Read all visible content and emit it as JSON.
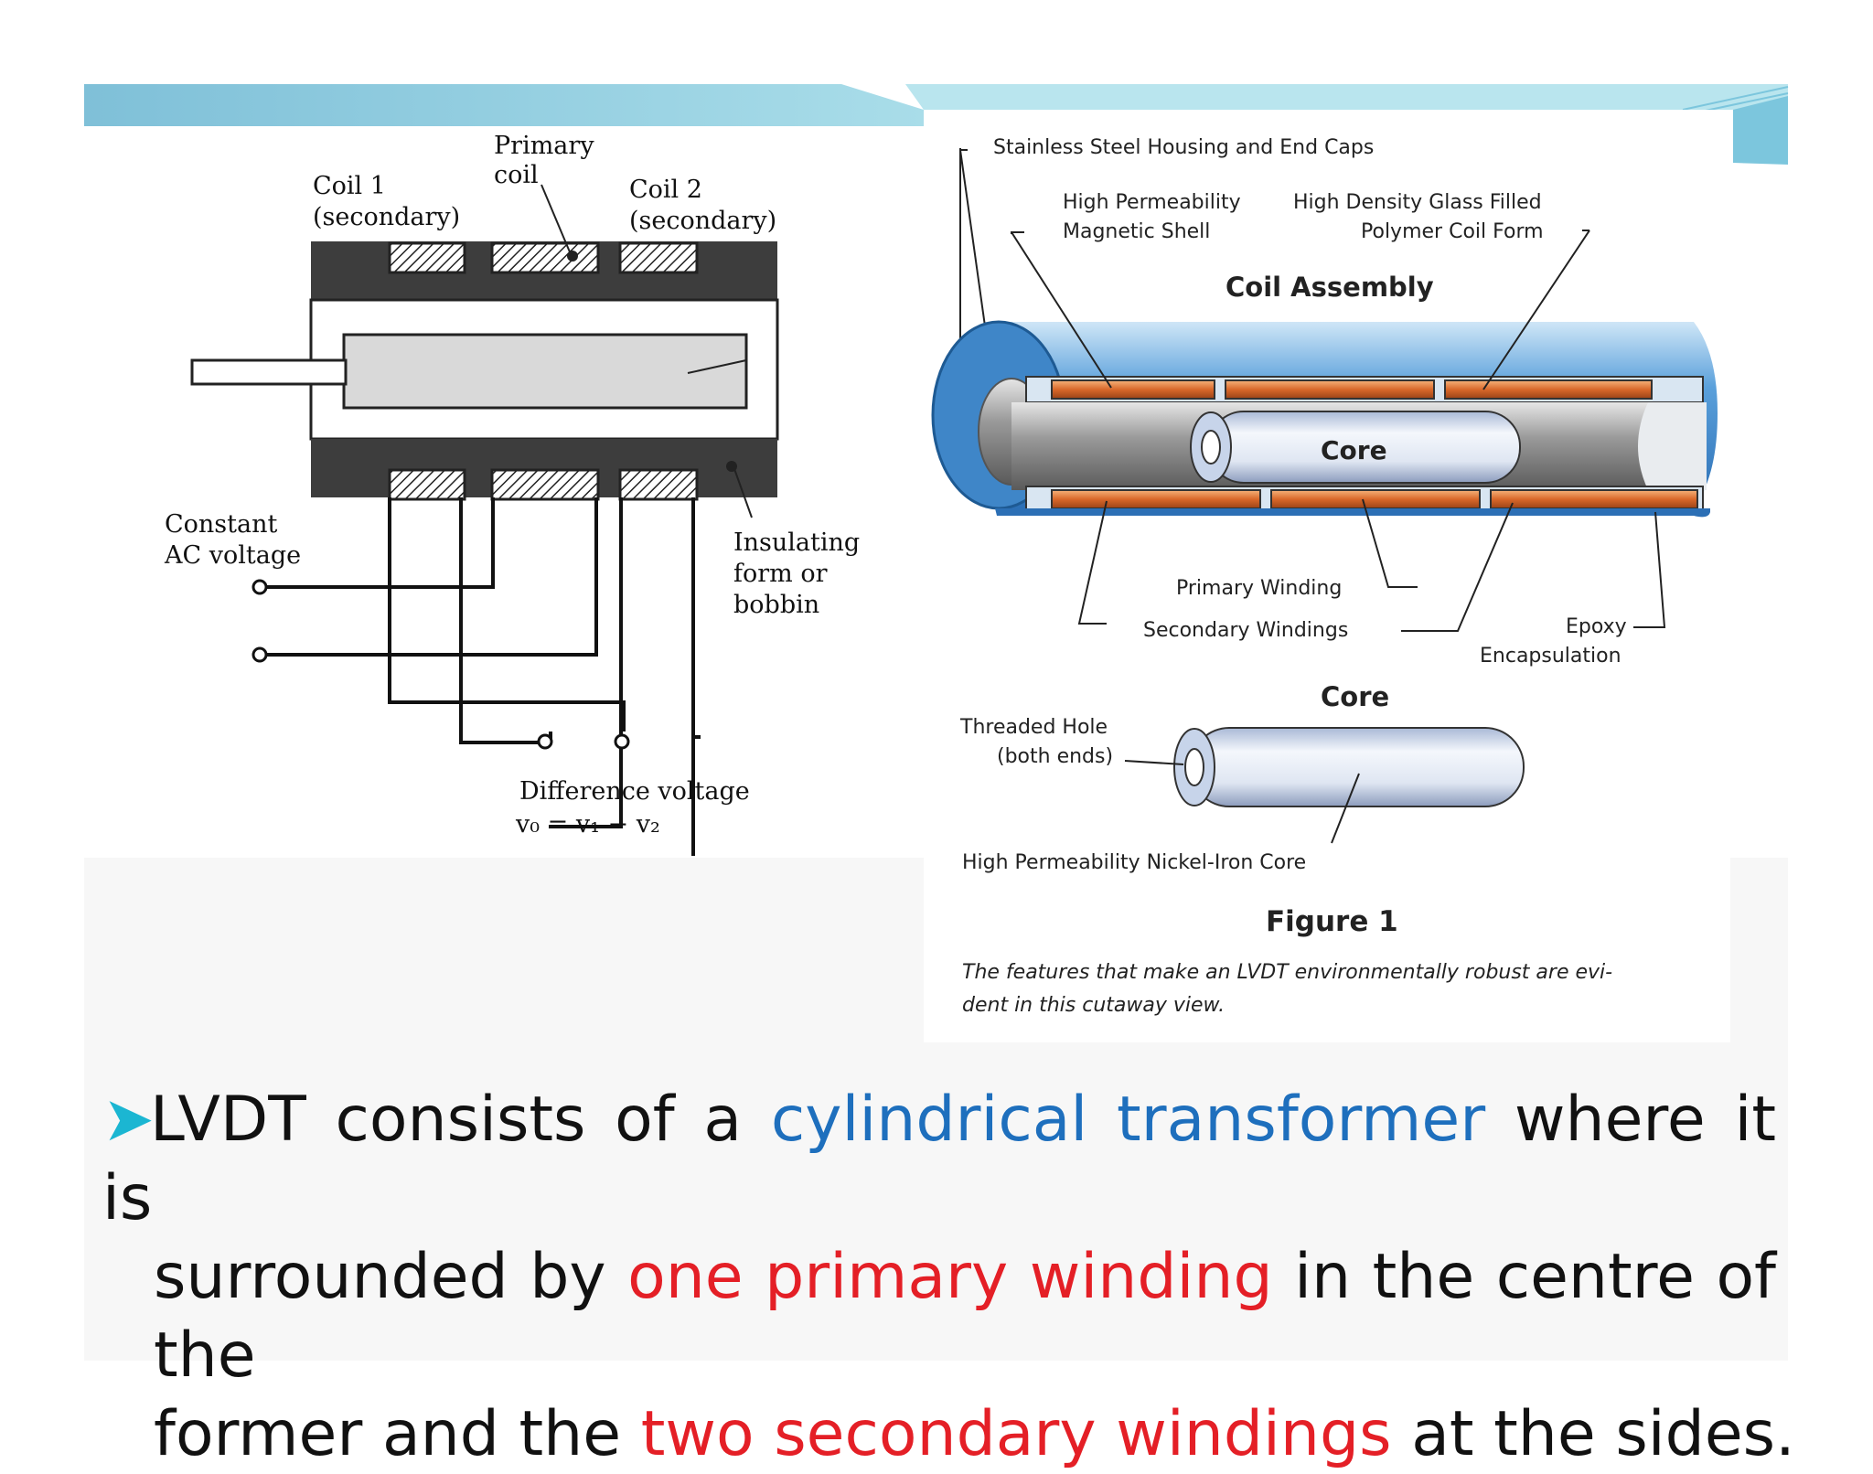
{
  "colors": {
    "header_band": "#8ec9dc",
    "highlight_blue": "#1e6fbd",
    "highlight_red": "#e41f26",
    "bullet_arrow": "#1bb6d2"
  },
  "left_diagram": {
    "primary_coil": [
      "Primary",
      "coil"
    ],
    "coil1": [
      "Coil 1",
      "(secondary)"
    ],
    "coil2": [
      "Coil 2",
      "(secondary)"
    ],
    "constant_ac": [
      "Constant",
      "AC voltage"
    ],
    "insulating": [
      "Insulating",
      "form or",
      "bobbin"
    ],
    "difference_voltage": "Difference voltage",
    "equation": "v₀ = v₁ − v₂"
  },
  "right_diagram": {
    "housing": "Stainless Steel Housing and End Caps",
    "shell": [
      "High Permeability",
      "Magnetic Shell"
    ],
    "coil_form": [
      "High Density Glass Filled",
      "Polymer Coil Form"
    ],
    "coil_assembly_title": "Coil Assembly",
    "core_label": "Core",
    "primary_winding": "Primary Winding",
    "secondary_windings": "Secondary Windings",
    "epoxy": [
      "Epoxy",
      "Encapsulation"
    ],
    "core_title": "Core",
    "threaded_hole": [
      "Threaded Hole",
      "(both ends)"
    ],
    "nickel_iron_core": "High Permeability Nickel-Iron Core",
    "figure_title": "Figure 1",
    "caption": [
      "The features that make an LVDT environmentally robust are evi-",
      "dent in this cutaway view."
    ]
  },
  "bullet": {
    "arrow": "➤",
    "t1": "LVDT consists of a ",
    "t2": "cylindrical transformer",
    "t3": " where it is",
    "t4": "surrounded by ",
    "t5": "one primary winding",
    "t6": " in the centre of the",
    "t7": "former and the ",
    "t8": "two secondary windings",
    "t9": " at the sides."
  }
}
